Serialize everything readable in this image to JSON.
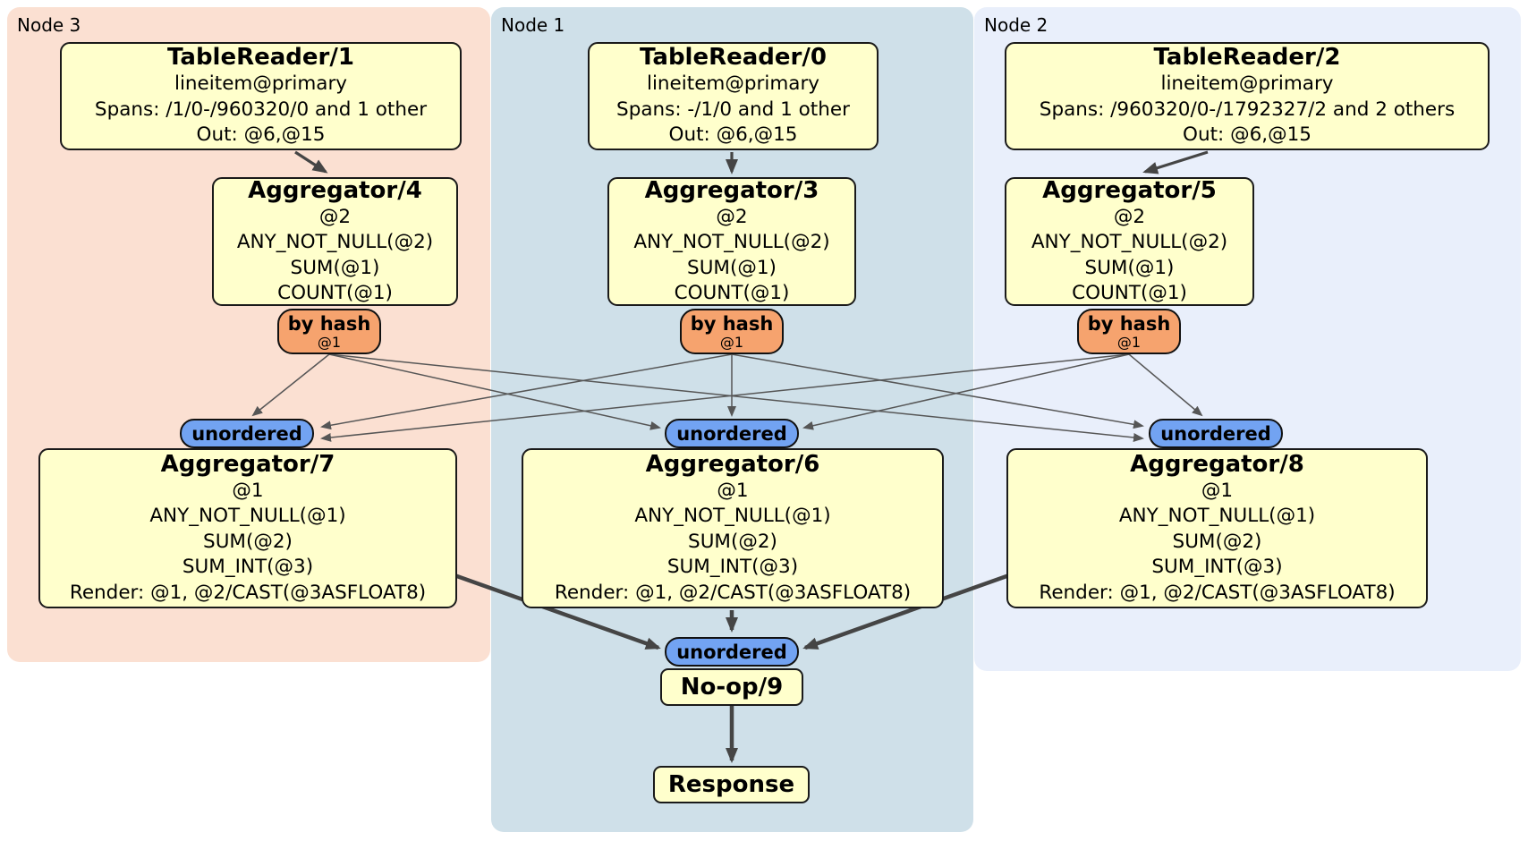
{
  "panels": {
    "node3": {
      "label": "Node 3"
    },
    "node1": {
      "label": "Node 1"
    },
    "node2": {
      "label": "Node 2"
    }
  },
  "processors": {
    "tr1": {
      "title": "TableReader/1",
      "lines": [
        "lineitem@primary",
        "Spans: /1/0-/960320/0 and 1 other",
        "Out: @6,@15"
      ]
    },
    "tr0": {
      "title": "TableReader/0",
      "lines": [
        "lineitem@primary",
        "Spans: -/1/0 and 1 other",
        "Out: @6,@15"
      ]
    },
    "tr2": {
      "title": "TableReader/2",
      "lines": [
        "lineitem@primary",
        "Spans: /960320/0-/1792327/2 and 2 others",
        "Out: @6,@15"
      ]
    },
    "agg4": {
      "title": "Aggregator/4",
      "lines": [
        "@2",
        "ANY_NOT_NULL(@2)",
        "SUM(@1)",
        "COUNT(@1)"
      ]
    },
    "agg3": {
      "title": "Aggregator/3",
      "lines": [
        "@2",
        "ANY_NOT_NULL(@2)",
        "SUM(@1)",
        "COUNT(@1)"
      ]
    },
    "agg5": {
      "title": "Aggregator/5",
      "lines": [
        "@2",
        "ANY_NOT_NULL(@2)",
        "SUM(@1)",
        "COUNT(@1)"
      ]
    },
    "agg7": {
      "title": "Aggregator/7",
      "lines": [
        "@1",
        "ANY_NOT_NULL(@1)",
        "SUM(@2)",
        "SUM_INT(@3)",
        "Render: @1, @2/CAST(@3ASFLOAT8)"
      ]
    },
    "agg6": {
      "title": "Aggregator/6",
      "lines": [
        "@1",
        "ANY_NOT_NULL(@1)",
        "SUM(@2)",
        "SUM_INT(@3)",
        "Render: @1, @2/CAST(@3ASFLOAT8)"
      ]
    },
    "agg8": {
      "title": "Aggregator/8",
      "lines": [
        "@1",
        "ANY_NOT_NULL(@1)",
        "SUM(@2)",
        "SUM_INT(@3)",
        "Render: @1, @2/CAST(@3ASFLOAT8)"
      ]
    },
    "noop9": {
      "title": "No-op/9"
    },
    "response": {
      "title": "Response"
    }
  },
  "routers": {
    "hash3": {
      "label": "by hash",
      "detail": "@1"
    },
    "hash1": {
      "label": "by hash",
      "detail": "@1"
    },
    "hash2": {
      "label": "by hash",
      "detail": "@1"
    }
  },
  "syncs": {
    "unordered7": {
      "label": "unordered"
    },
    "unordered6": {
      "label": "unordered"
    },
    "unordered8": {
      "label": "unordered"
    },
    "unordered9": {
      "label": "unordered"
    }
  },
  "colors": {
    "panel_node3": "#fbe0d2",
    "panel_node1": "#cfe0e9",
    "panel_node2": "#e9effb",
    "processor_fill": "#ffffcc",
    "router_fill": "#f6a36e",
    "sync_fill": "#72a3f2",
    "edge_thin": "#565656",
    "edge_thick": "#454545"
  }
}
